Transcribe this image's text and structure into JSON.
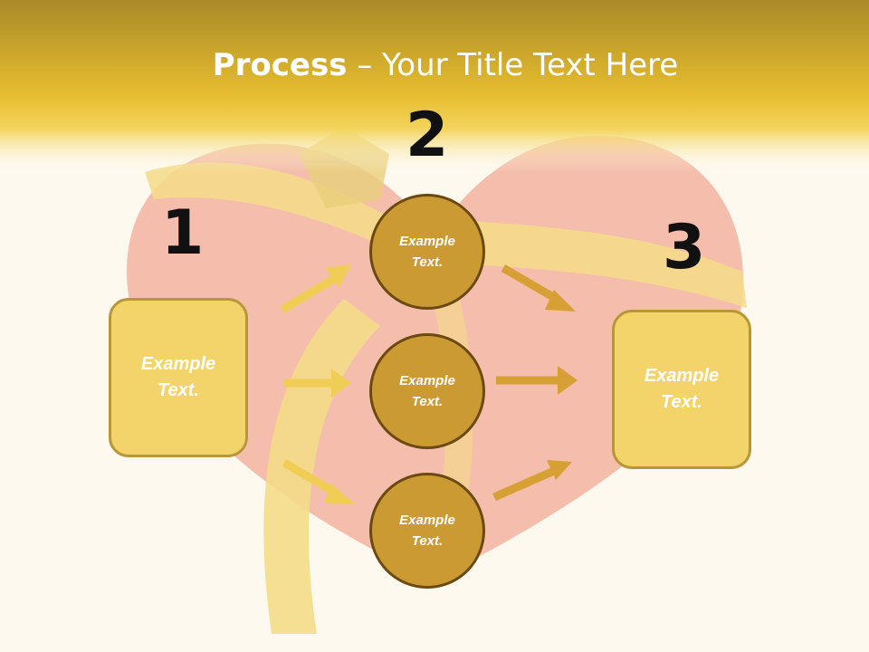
{
  "slide": {
    "title_bold": "Process",
    "title_rest": " – Your Title Text Here",
    "colors": {
      "header": "#e8bf2e",
      "box": "#f2d46b",
      "circle": "#cc9a33",
      "arrow_left": "#f0cd55",
      "arrow_right": "#d6a035"
    }
  },
  "steps": {
    "num1": "1",
    "num2": "2",
    "num3": "3"
  },
  "nodes": {
    "left_box": "Example\nText.",
    "circle_top": "Example\nText.",
    "circle_mid": "Example\nText.",
    "circle_bottom": "Example\nText.",
    "right_box": "Example\nText."
  }
}
